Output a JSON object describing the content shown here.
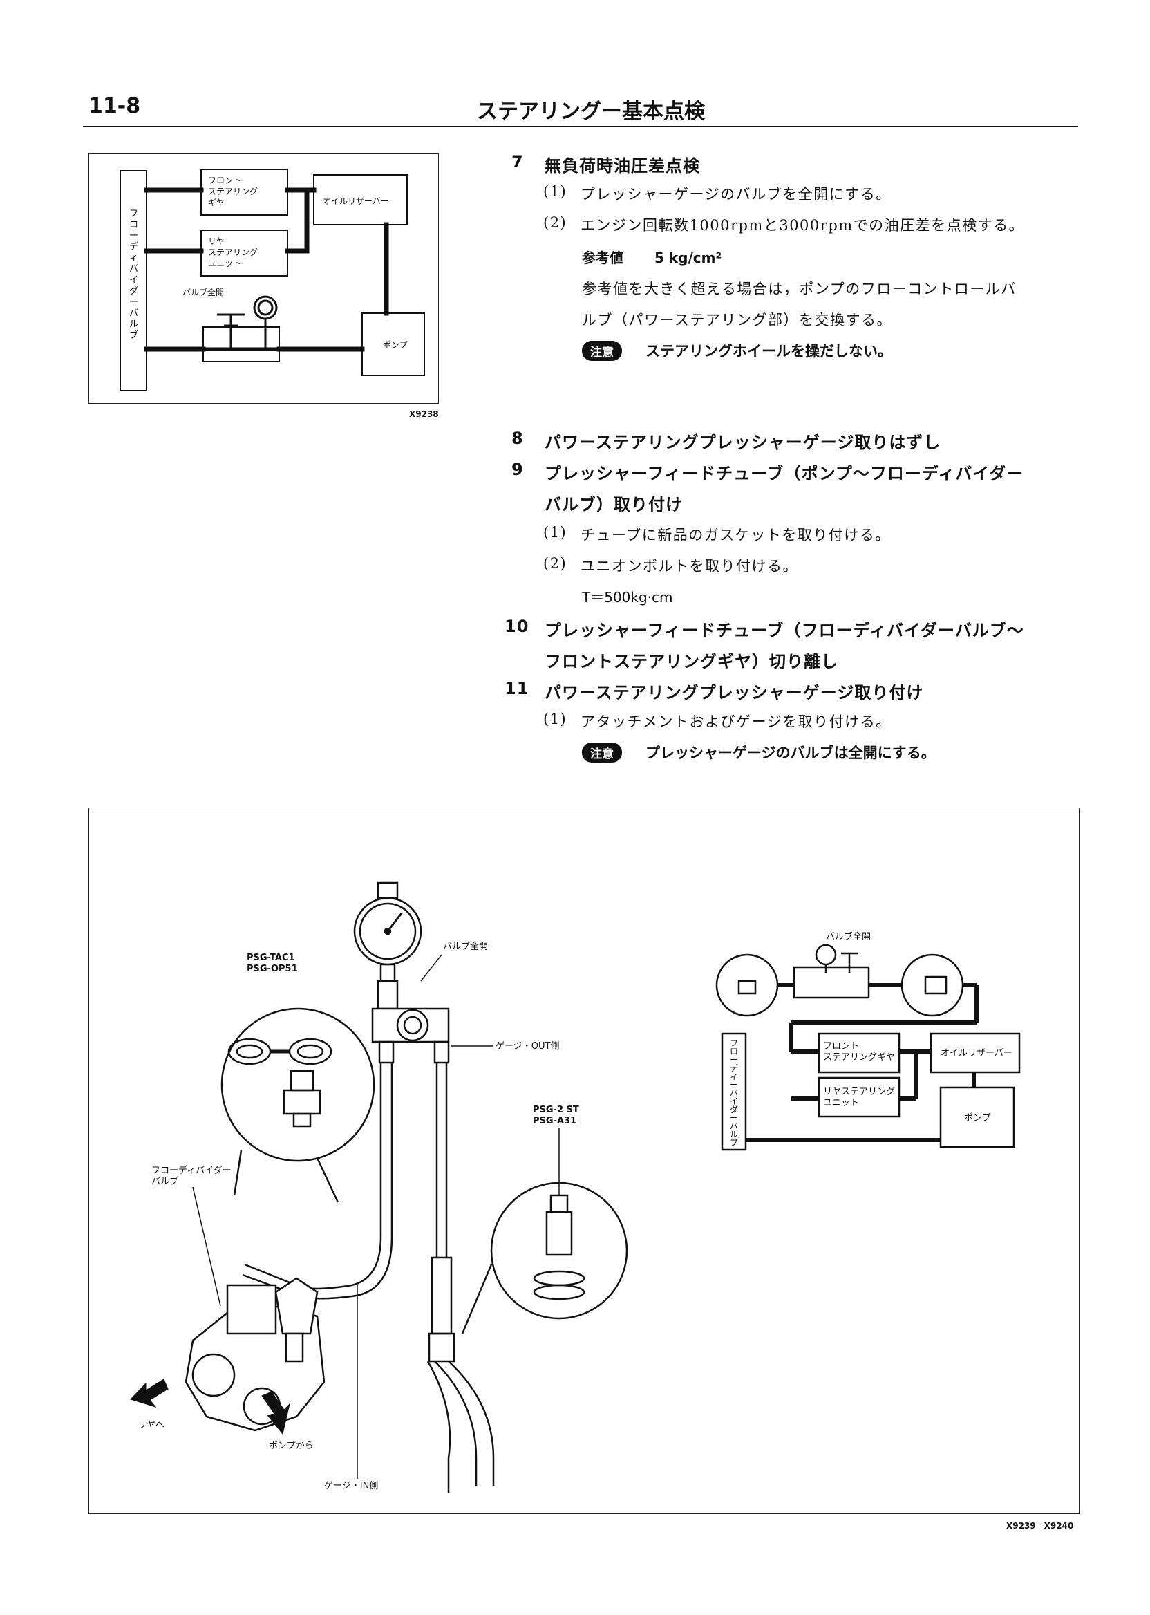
{
  "header": {
    "page_number": "11-8",
    "title": "ステアリングー基本点検"
  },
  "figure1": {
    "id": "X9238",
    "labels": {
      "front_gear": [
        "フロント",
        "ステアリング",
        "ギヤ"
      ],
      "rear_unit": [
        "リヤ",
        "ステアリング",
        "ユニット"
      ],
      "reservoir": "オイルリザーバー",
      "pump": "ポンプ",
      "valve_open": "バルブ全開",
      "flow_divider": [
        "フ",
        "ロ",
        "ー",
        "デ",
        "ィ",
        "バ",
        "イ",
        "ダ",
        "ー",
        "バ",
        "ル",
        "ブ"
      ]
    }
  },
  "steps": {
    "s7": {
      "num": "7",
      "title": "無負荷時油圧差点検",
      "sub1": {
        "num": "(1)",
        "text": "プレッシャーゲージのバルブを全開にする。"
      },
      "sub2": {
        "num": "(2)",
        "text": "エンジン回転数1000rpmと3000rpmでの油圧差を点検する。"
      },
      "ref_label": "参考値",
      "ref_value": "5 kg/cm²",
      "ref_note_line1": "参考値を大きく超える場合は，ポンプのフローコントロールバ",
      "ref_note_line2": "ルブ（パワーステアリング部）を交換する。",
      "caution_badge": "注意",
      "caution_text": "ステアリングホイールを操だしない。"
    },
    "s8": {
      "num": "8",
      "title": "パワーステアリングプレッシャーゲージ取りはずし"
    },
    "s9": {
      "num": "9",
      "title_line1": "プレッシャーフィードチューブ（ポンプ〜フローディバイダー",
      "title_line2": "バルブ）取り付け",
      "sub1": {
        "num": "(1)",
        "text": "チューブに新品のガスケットを取り付ける。"
      },
      "sub2": {
        "num": "(2)",
        "text": "ユニオンボルトを取り付ける。"
      },
      "torque": "T＝500kg·cm"
    },
    "s10": {
      "num": "10",
      "title_line1": "プレッシャーフィードチューブ（フローディバイダーバルブ〜",
      "title_line2": "フロントステアリングギヤ）切り離し"
    },
    "s11": {
      "num": "11",
      "title": "パワーステアリングプレッシャーゲージ取り付け",
      "sub1": {
        "num": "(1)",
        "text": "アタッチメントおよびゲージを取り付ける。"
      },
      "caution_badge": "注意",
      "caution_text": "プレッシャーゲージのバルブは全開にする。"
    }
  },
  "figure2": {
    "id": "X9239　X9240",
    "labels": {
      "tool1a": "PSG-TAC1",
      "tool1b": "PSG-OP51",
      "valve_open": "バルブ全開",
      "gauge_out": "ゲージ・OUT側",
      "tool2a": "PSG-2 ST",
      "tool2b": "PSG-A31",
      "flow_divider_valve": [
        "フローディバイダー",
        "バルブ"
      ],
      "to_rear": "リヤへ",
      "from_pump": "ポンプから",
      "gauge_in": "ゲージ・IN側",
      "right_valve_open": "バルブ全開",
      "right_front_gear": [
        "フロント",
        "ステアリングギヤ"
      ],
      "right_reservoir": "オイルリザーバー",
      "right_rear_unit": [
        "リヤステアリング",
        "ユニット"
      ],
      "right_pump": "ポンプ",
      "right_flow_divider": [
        "フ",
        "ロ",
        "ー",
        "デ",
        "ィ",
        "ー",
        "バ",
        "イ",
        "ダ",
        "ー",
        "バ",
        "ル",
        "ブ"
      ]
    }
  }
}
